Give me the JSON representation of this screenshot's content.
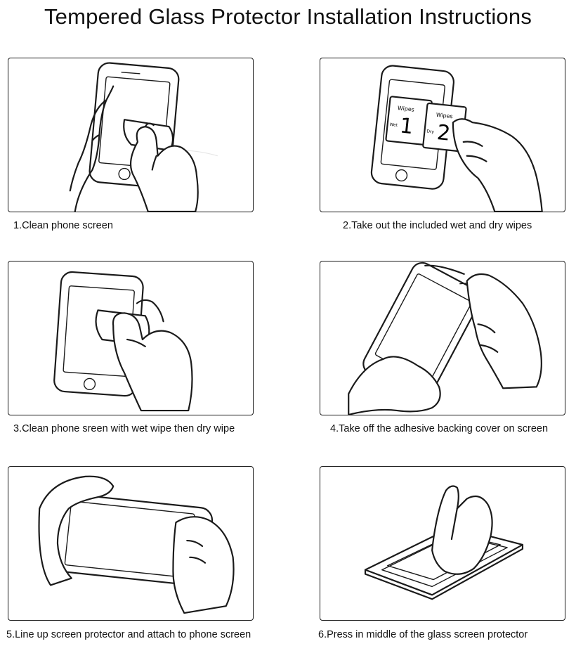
{
  "title": "Tempered Glass Protector Installation Instructions",
  "steps": [
    {
      "caption": "1.Clean phone screen"
    },
    {
      "caption": "2.Take out the included wet and dry wipes",
      "wipe_label": "Wipes",
      "wipe_1_number": "1",
      "wipe_2_number": "2",
      "wipe_1_tag": "Wet",
      "wipe_2_tag": "Dry"
    },
    {
      "caption": "3.Clean phone sreen with wet wipe then dry wipe"
    },
    {
      "caption": "4.Take off the adhesive backing cover on screen"
    },
    {
      "caption": "5.Line up screen protector and attach to phone screen"
    },
    {
      "caption": "6.Press in middle of the glass screen protector"
    }
  ]
}
